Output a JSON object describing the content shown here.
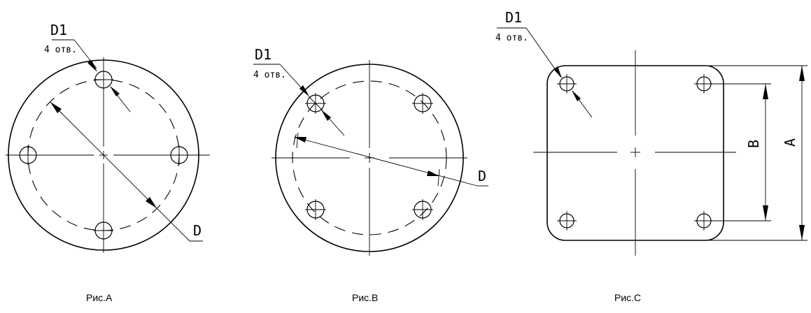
{
  "figures": {
    "a": {
      "caption": "Рис.А",
      "hole_label": "D1",
      "hole_count": "4 отв.",
      "diameter_label": "D"
    },
    "b": {
      "caption": "Рис.В",
      "hole_label": "D1",
      "hole_count": "4 отв.",
      "diameter_label": "D"
    },
    "c": {
      "caption": "Рис.С",
      "hole_label": "D1",
      "hole_count": "4 отв.",
      "width_label": "A",
      "hole_spacing_label": "B"
    }
  }
}
